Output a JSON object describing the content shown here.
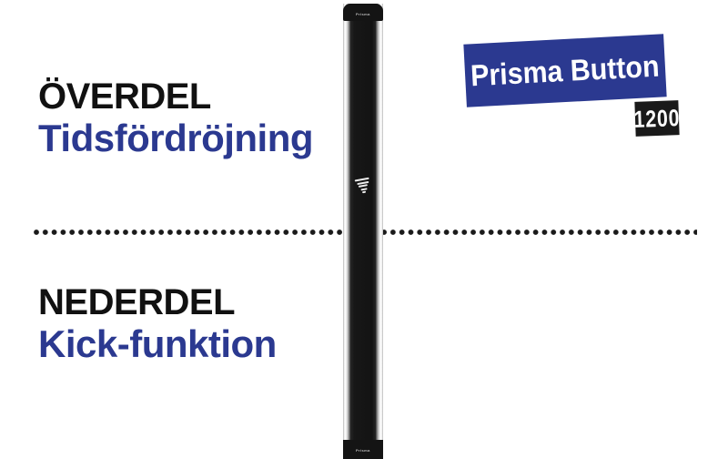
{
  "sections": {
    "upper": {
      "title": "ÖVERDEL",
      "subtitle": "Tidsfördröjning"
    },
    "lower": {
      "title": "NEDERDEL",
      "subtitle": "Kick-funktion"
    }
  },
  "logo": {
    "brand": "Prisma Button",
    "model": "1200"
  },
  "pole": {
    "brand_mark": "Prisma",
    "mark_icon": "prisma-mark-icon"
  },
  "colors": {
    "brand_blue": "#2b3990",
    "ink_black": "#111111",
    "pole_black": "#141414",
    "dot_color": "#1a1a1a",
    "background": "#ffffff"
  }
}
